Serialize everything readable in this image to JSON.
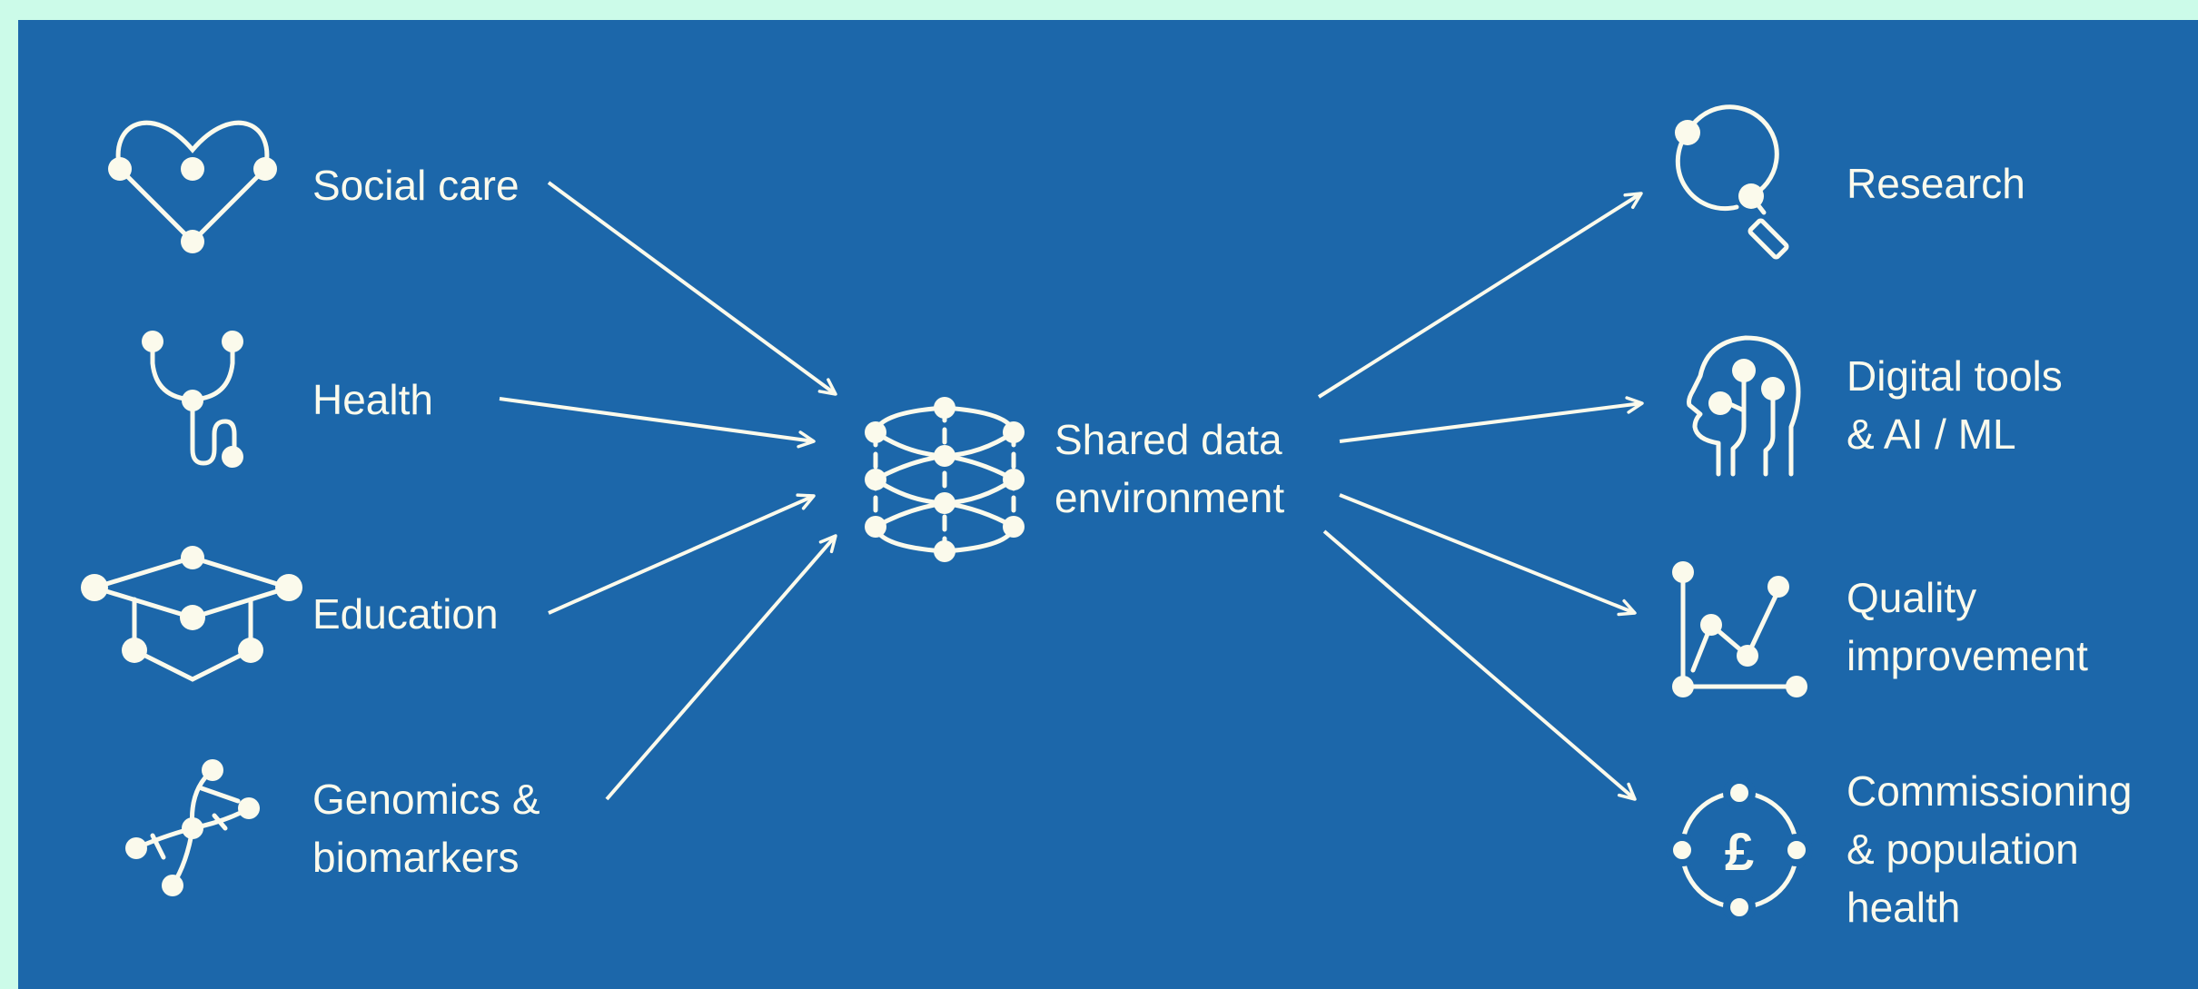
{
  "colors": {
    "outer_background": "#ccfbe9",
    "panel": "#1c67aa",
    "foreground": "#fbfaec"
  },
  "sources": [
    {
      "id": "social-care",
      "icon": "heart-network-icon",
      "lines": [
        "Social care"
      ]
    },
    {
      "id": "health",
      "icon": "stethoscope-icon",
      "lines": [
        "Health"
      ]
    },
    {
      "id": "education",
      "icon": "graduation-cap-icon",
      "lines": [
        "Education"
      ]
    },
    {
      "id": "genomics",
      "icon": "dna-helix-icon",
      "lines": [
        "Genomics &",
        "biomarkers"
      ]
    }
  ],
  "hub": {
    "icon": "database-network-icon",
    "lines": [
      "Shared data",
      "environment"
    ]
  },
  "outputs": [
    {
      "id": "research",
      "icon": "magnifier-icon",
      "lines": [
        "Research"
      ]
    },
    {
      "id": "digital-tools",
      "icon": "ai-head-icon",
      "lines": [
        "Digital tools",
        "& AI / ML"
      ]
    },
    {
      "id": "quality",
      "icon": "line-chart-icon",
      "lines": [
        "Quality",
        "improvement"
      ]
    },
    {
      "id": "commissioning",
      "icon": "pound-cycle-icon",
      "lines": [
        "Commissioning",
        "& population",
        "health"
      ]
    }
  ]
}
